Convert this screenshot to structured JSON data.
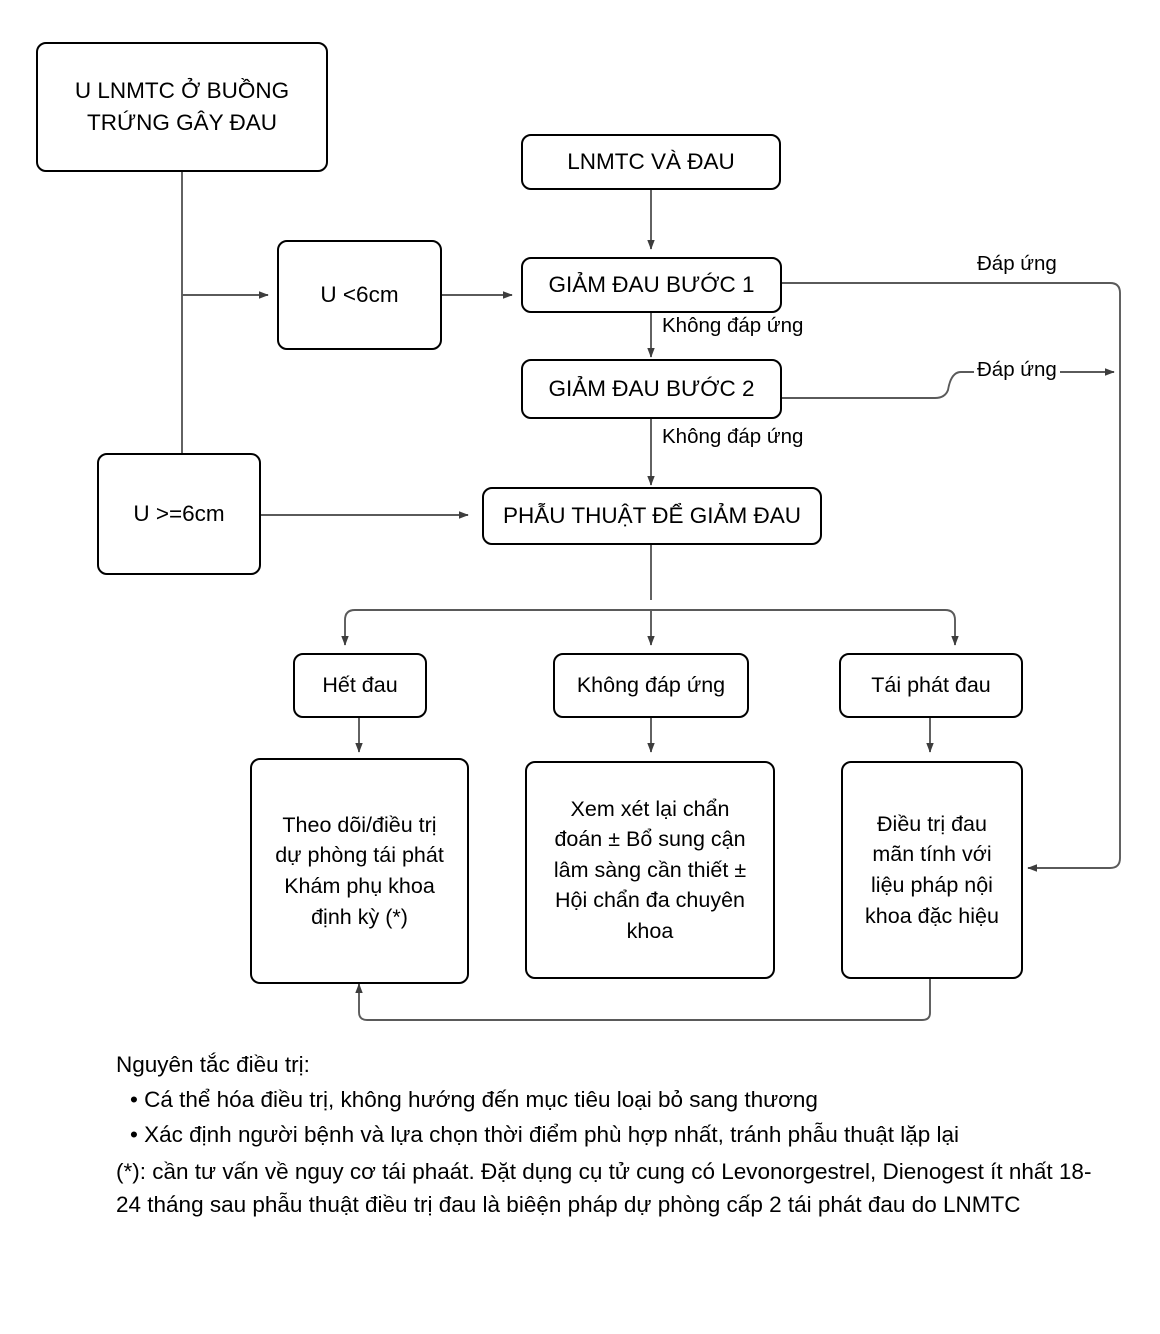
{
  "diagram": {
    "title_box": {
      "label": "U LNMTC Ở BUỒNG\nTRỨNG GÂY ĐAU"
    },
    "nodes": [
      {
        "id": "n-u-lnmtc",
        "label": "U LNMTC Ở BUỒNG\nTRỨNG GÂY ĐAU"
      },
      {
        "id": "n-lnmtc-dau",
        "label": "LNMTC VÀ ĐAU"
      },
      {
        "id": "n-u-lt6",
        "label": "U <6cm"
      },
      {
        "id": "n-u-ge6",
        "label": "U >=6cm"
      },
      {
        "id": "n-buoc1",
        "label": "GIẢM ĐAU BƯỚC 1"
      },
      {
        "id": "n-buoc2",
        "label": "GIẢM ĐAU BƯỚC 2"
      },
      {
        "id": "n-phau-thuat",
        "label": "PHẪU THUẬT ĐỂ GIẢM ĐAU"
      },
      {
        "id": "n-het-dau",
        "label": "Hết đau"
      },
      {
        "id": "n-khong-dap-ung",
        "label": "Không đáp ứng"
      },
      {
        "id": "n-tai-phat",
        "label": "Tái phát đau"
      },
      {
        "id": "n-theo-doi",
        "label": "Theo dõi/điều trị\ndự phòng tái phát\nKhám phụ khoa\nđịnh kỳ (*)"
      },
      {
        "id": "n-xem-xet",
        "label": "Xem xét lại chẩn\nđoán ± Bổ sung cận\nlâm sàng cần thiết ±\nHội chẩn đa chuyên\nkhoa"
      },
      {
        "id": "n-dieu-tri",
        "label": "Điều trị đau\nmãn tính với\nliệu pháp nội\nkhoa đặc hiệu"
      }
    ],
    "edge_labels": {
      "dap_ung_1": "Đáp ứng",
      "dap_ung_2": "Đáp ứng",
      "khong_dap_ung_1": "Không đáp ứng",
      "khong_dap_ung_2": "Không đáp ứng"
    },
    "colors": {
      "stroke": "#000000",
      "wire": "#5a5a5a",
      "background": "#ffffff"
    }
  },
  "notes": {
    "heading": "Nguyên tắc điều trị:",
    "bullets": [
      "• Cá thể hóa điều trị, không hướng đến mục tiêu loại bỏ sang thương",
      "• Xác định người bệnh và lựa chọn thời điểm phù hợp nhất, tránh phẫu thuật lặp lại"
    ],
    "footnote": "(*): cần tư vấn về nguy cơ tái phaát. Đặt dụng cụ tử cung có Levonorgestrel, Dienogest ít nhất 18-24 tháng sau phẫu thuật điều trị đau là biêện pháp dự phòng cấp 2 tái phát đau do LNMTC"
  }
}
